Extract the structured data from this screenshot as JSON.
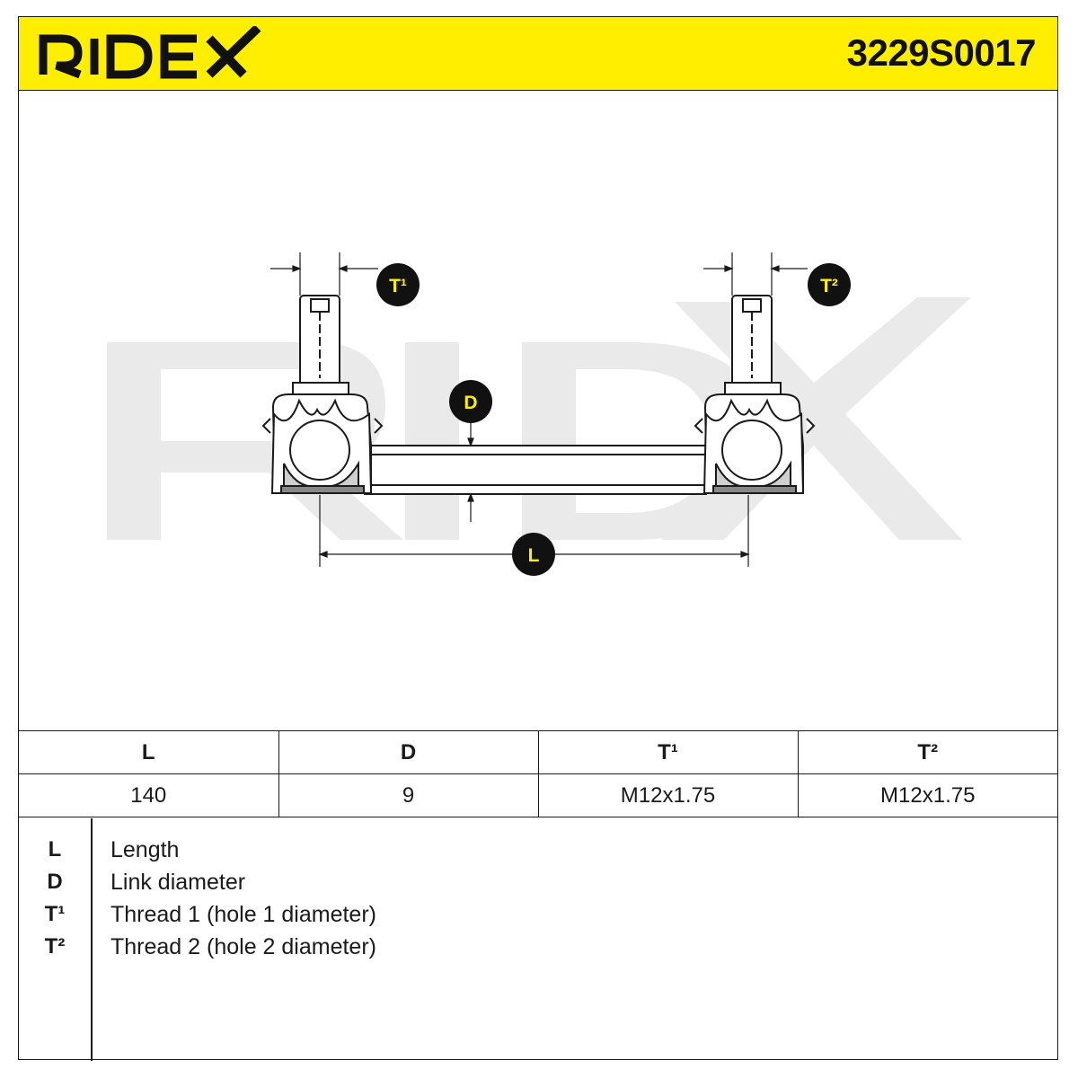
{
  "header": {
    "brand": "RIDEX",
    "part_number": "3229S0017"
  },
  "colors": {
    "brand_yellow": "#ffee00",
    "ink": "#1a1a1a",
    "watermark": "#e8e8e8"
  },
  "diagram": {
    "labels": {
      "t1": "T¹",
      "t2": "T²",
      "d": "D",
      "l": "L"
    }
  },
  "spec_table": {
    "headers": [
      "L",
      "D",
      "T¹",
      "T²"
    ],
    "values": [
      "140",
      "9",
      "M12x1.75",
      "M12x1.75"
    ]
  },
  "legend": [
    {
      "key": "L",
      "desc": "Length"
    },
    {
      "key": "D",
      "desc": "Link diameter"
    },
    {
      "key": "T¹",
      "desc": "Thread 1 (hole 1 diameter)"
    },
    {
      "key": "T²",
      "desc": "Thread 2 (hole 2 diameter)"
    }
  ]
}
